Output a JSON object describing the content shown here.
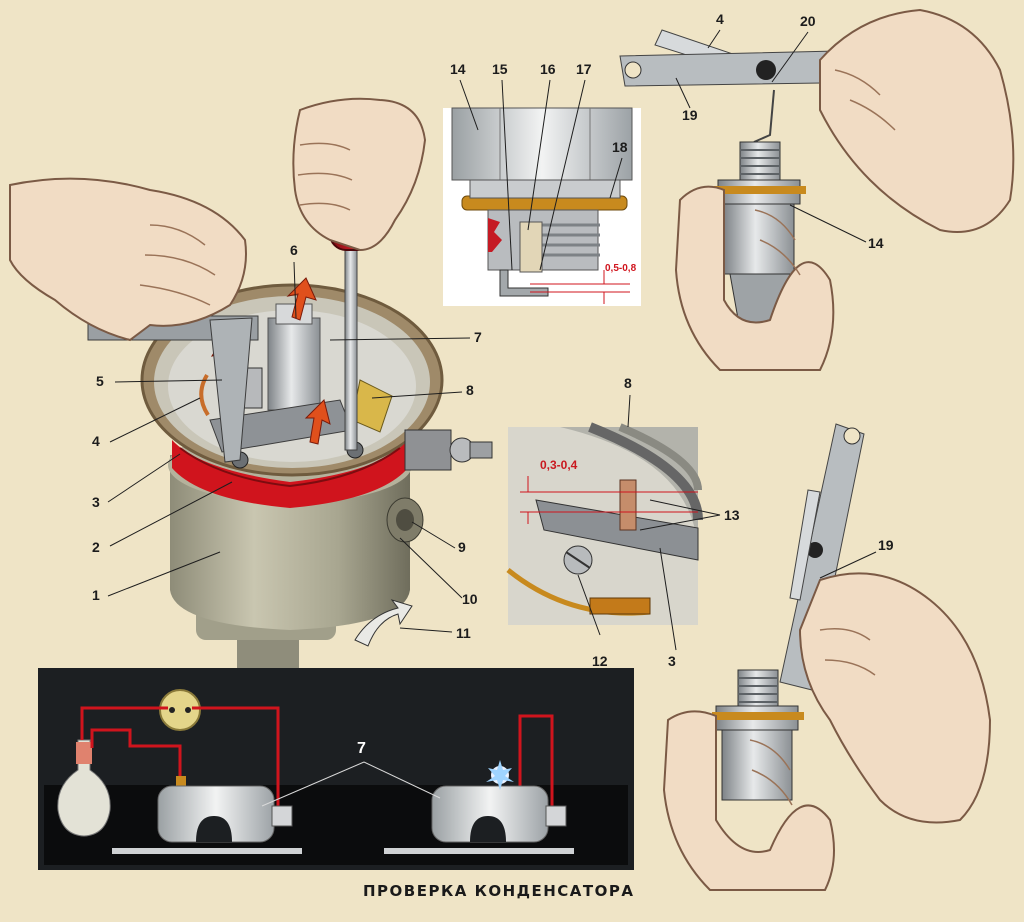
{
  "caption": "ПРОВЕРКА КОНДЕНСАТОРА",
  "colors": {
    "background": "#efe4c6",
    "accent_red": "#d0141d",
    "metal": "#b9bcbf",
    "skin": "#f1dcc4",
    "dark_panel": "#1c1f22",
    "brass": "#c88a1e"
  },
  "main_labels": {
    "n1": "1",
    "n2": "2",
    "n3": "3",
    "n4": "4",
    "n5": "5",
    "n6": "6",
    "n7": "7",
    "n8": "8",
    "n9": "9",
    "n10": "10",
    "n11": "11"
  },
  "plug_inset_labels": {
    "n14": "14",
    "n15": "15",
    "n16": "16",
    "n17": "17",
    "n18": "18",
    "gap": "0,5-0,8"
  },
  "top_right_labels": {
    "n4": "4",
    "n20": "20",
    "n19": "19",
    "n14": "14"
  },
  "breaker_inset_labels": {
    "n8": "8",
    "gap": "0,3-0,4",
    "n13": "13",
    "n12": "12",
    "n3": "3"
  },
  "bottom_right_labels": {
    "n19": "19"
  },
  "condenser_labels": {
    "n7": "7"
  }
}
